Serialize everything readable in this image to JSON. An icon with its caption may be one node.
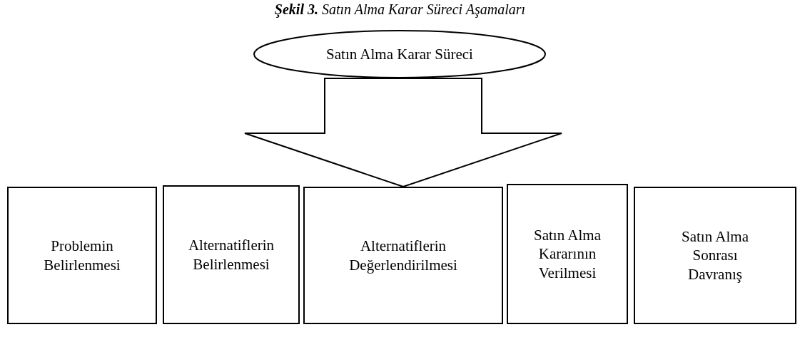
{
  "diagram": {
    "title": "**Şekil 3.** Satın Alma Karar Süreci Aşamaları",
    "nodes": [
      {
        "text": [
          "Satın Alma Karar Süreci"
        ]
      },
      {
        "text": [
          "Problemin Belirlenmesi"
        ]
      },
      {
        "text": [
          "Alternatiflerin Belirlenmesi"
        ]
      },
      {
        "text": [
          "Alternatiflerin Değerlendirilmesi"
        ]
      },
      {
        "text": [
          "Satın Alma Kararının Verilmesi"
        ]
      },
      {
        "text": [
          "Satın Alma Sonrası Davranış"
        ]
      }
    ],
    "edges": [
      {
        "from": 0,
        "to": 3,
        "arrow": "to",
        "style": "thick"
      }
    ]
  }
}
